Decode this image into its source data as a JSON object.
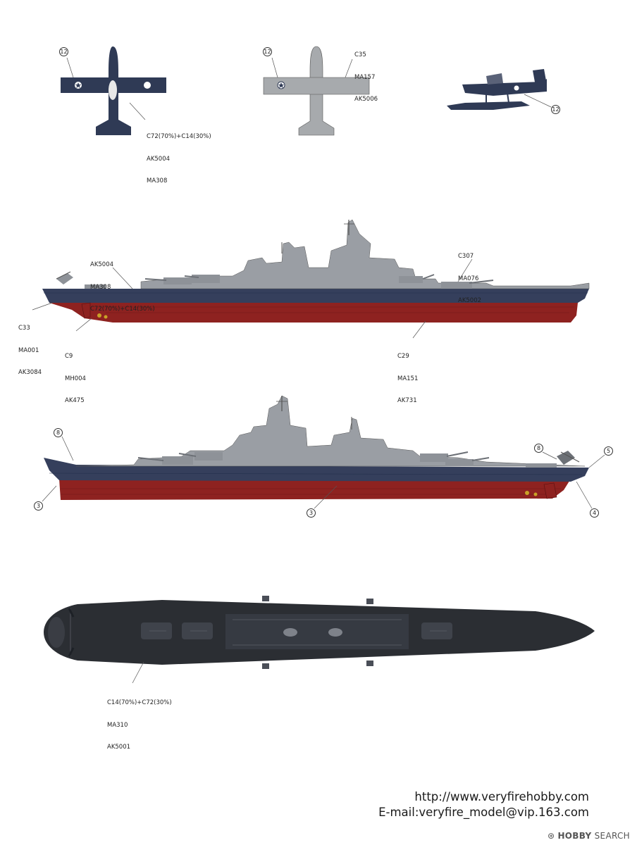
{
  "colors": {
    "hull_blue": "#353f5c",
    "hull_red": "#8e2220",
    "deck_dark": "#2b2e33",
    "superstructure_gray": "#9a9ea4",
    "plane_dark": "#2f3a55",
    "plane_light": "#a7aaad"
  },
  "planes": {
    "plane1": {
      "badge": "12",
      "callout": [
        "C72(70%)+C14(30%)",
        "AK5004",
        "MA308"
      ]
    },
    "plane2": {
      "badge": "12",
      "callout": [
        "C35",
        "MA157",
        "AK5006"
      ]
    },
    "plane3": {
      "badge": "12"
    }
  },
  "side_view_1": {
    "callouts": {
      "superstructure": [
        "AK5004",
        "MA308",
        "C72(70%)+C14(30%)"
      ],
      "stern_right": [
        "C307",
        "MA076",
        "AK5002"
      ],
      "bow_left": [
        "C33",
        "MA001",
        "AK3084"
      ],
      "propeller": [
        "C9",
        "MH004",
        "AK475"
      ],
      "hull_red": [
        "C29",
        "MA151",
        "AK731"
      ]
    }
  },
  "side_view_2": {
    "badges": {
      "bow_top": "8",
      "bow_bottom": "3",
      "hull_mid": "3",
      "stern_top_a": "8",
      "stern_top_b": "5",
      "stern_bottom": "4"
    }
  },
  "top_view": {
    "callout": [
      "C14(70%)+C72(30%)",
      "MA310",
      "AK5001"
    ]
  },
  "contact": {
    "url": "http://www.veryfirehobby.com",
    "email": "E-mail:veryfire_model@vip.163.com"
  },
  "watermark": {
    "brand": "HOBBY",
    "suffix": "SEARCH"
  }
}
